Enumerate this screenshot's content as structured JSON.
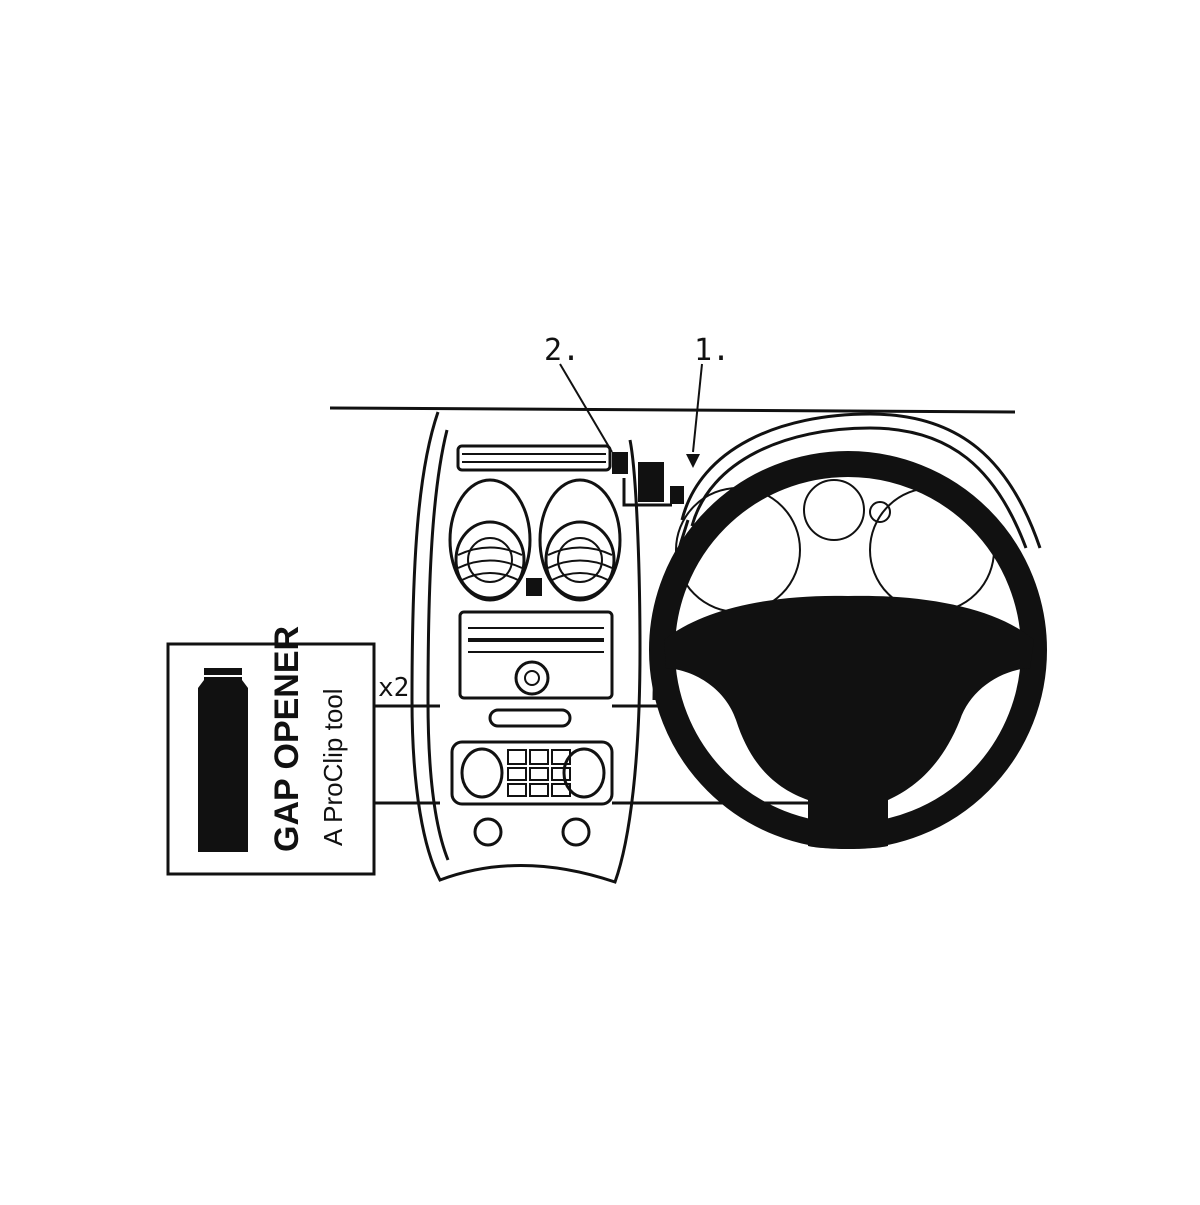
{
  "callouts": {
    "one": "1.",
    "two": "2."
  },
  "tool_box": {
    "title": "GAP OPENER",
    "subtitle": "A ProClip tool",
    "quantity": "x2"
  },
  "colors": {
    "ink": "#111111",
    "paper": "#ffffff",
    "mid": "#555555"
  }
}
